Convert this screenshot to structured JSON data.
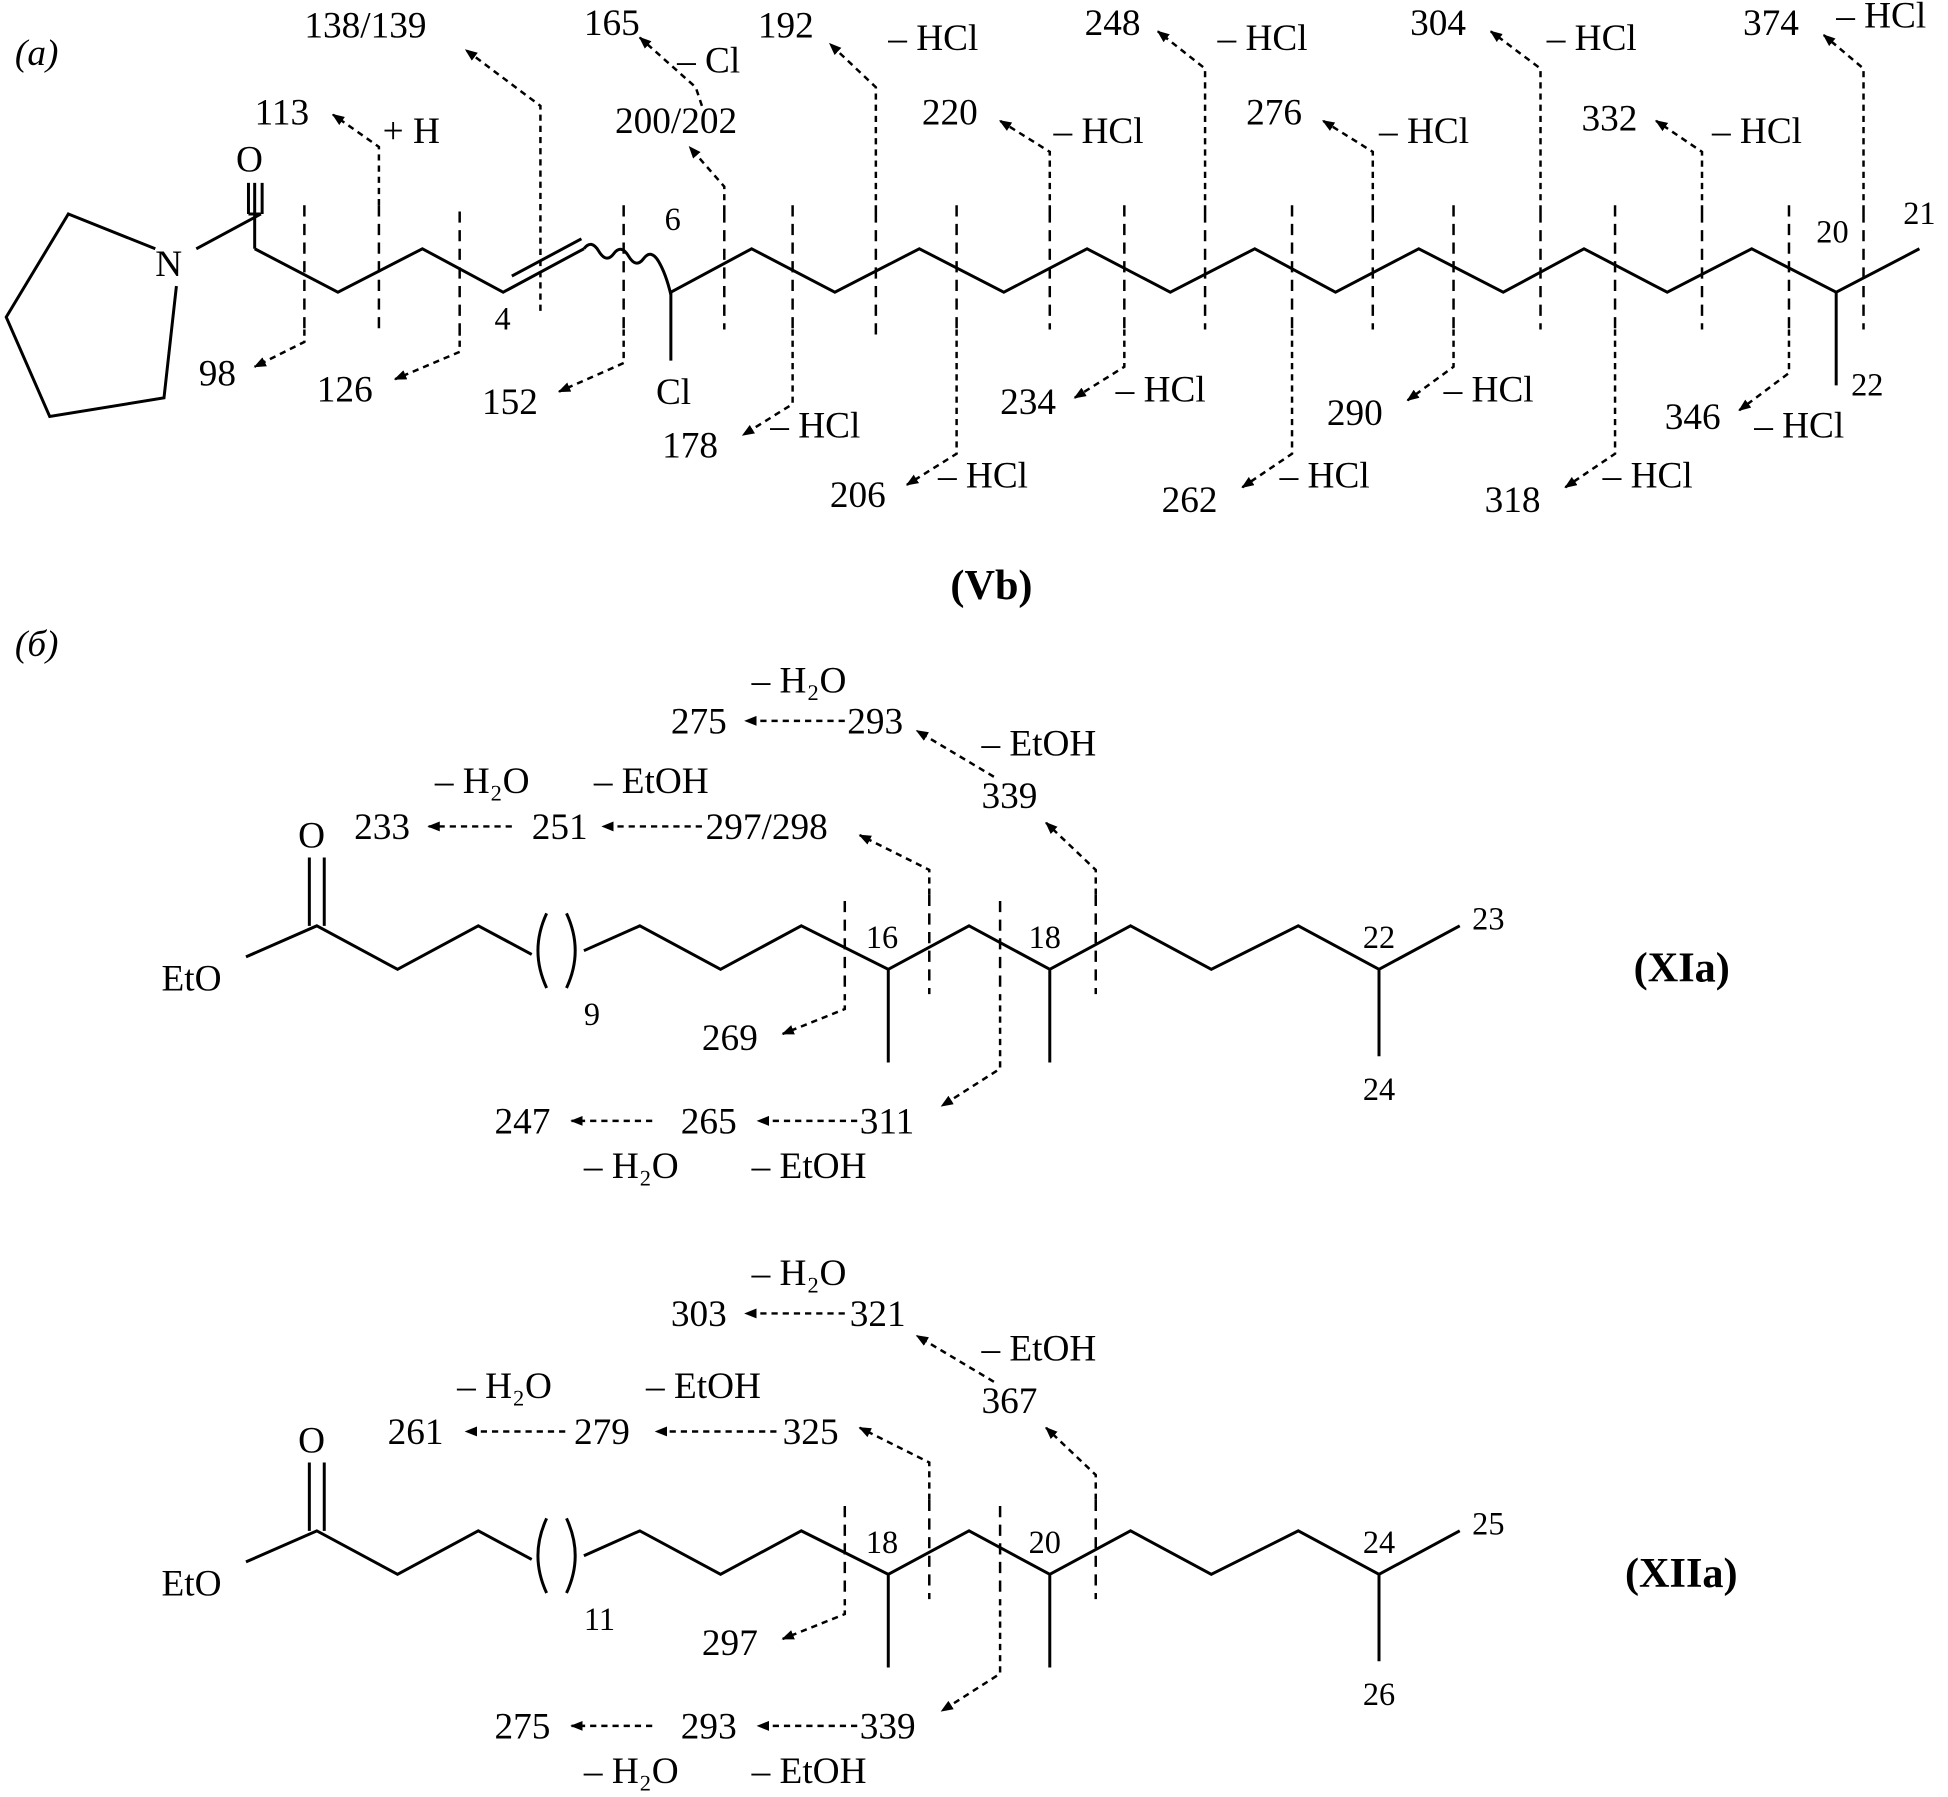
{
  "panel_a": {
    "label": "(а)",
    "compound": "(Vb)",
    "atoms": {
      "O": "O",
      "N": "N",
      "Cl": "Cl",
      "c4": "4",
      "c6": "6",
      "c20": "20",
      "c21": "21",
      "c22": "22"
    },
    "fragments_up": [
      {
        "mz": "113",
        "loss": "+ H"
      },
      {
        "mz": "138/139",
        "loss": ""
      },
      {
        "mz": "165",
        "loss": "– Cl"
      },
      {
        "mz": "200/202",
        "loss": ""
      },
      {
        "mz": "192",
        "loss": "– HCl"
      },
      {
        "mz": "220",
        "loss": "– HCl"
      },
      {
        "mz": "248",
        "loss": "– HCl"
      },
      {
        "mz": "276",
        "loss": "– HCl"
      },
      {
        "mz": "304",
        "loss": "– HCl"
      },
      {
        "mz": "332",
        "loss": "– HCl"
      },
      {
        "mz": "374",
        "loss": "– HCl"
      }
    ],
    "fragments_down": [
      {
        "mz": "98",
        "loss": ""
      },
      {
        "mz": "126",
        "loss": ""
      },
      {
        "mz": "152",
        "loss": ""
      },
      {
        "mz": "178",
        "loss": "– HCl"
      },
      {
        "mz": "206",
        "loss": "– HCl"
      },
      {
        "mz": "234",
        "loss": "– HCl"
      },
      {
        "mz": "262",
        "loss": "– HCl"
      },
      {
        "mz": "290",
        "loss": "– HCl"
      },
      {
        "mz": "318",
        "loss": "– HCl"
      },
      {
        "mz": "346",
        "loss": "– HCl"
      }
    ]
  },
  "panel_b": {
    "label": "(б)",
    "xia": {
      "compound": "(XIa)",
      "eto": "EtO",
      "O": "O",
      "repeat": "9",
      "numbers": [
        "16",
        "18",
        "22",
        "23",
        "24"
      ],
      "top1": {
        "loss_h2o": "– H₂O",
        "a": "275",
        "b": "293",
        "loss_etoh": "– EtOH",
        "c": "339"
      },
      "top2": {
        "loss_h2o": "– H₂O",
        "loss_etoh": "– EtOH",
        "a": "233",
        "b": "251",
        "c": "297/298"
      },
      "down1": "269",
      "bottom": {
        "a": "247",
        "b": "265",
        "c": "311",
        "loss_h2o": "– H₂O",
        "loss_etoh": "– EtOH"
      }
    },
    "xiia": {
      "compound": "(XIIa)",
      "eto": "EtO",
      "O": "O",
      "repeat": "11",
      "numbers": [
        "18",
        "20",
        "24",
        "25",
        "26"
      ],
      "top1": {
        "loss_h2o": "– H₂O",
        "a": "303",
        "b": "321",
        "loss_etoh": "– EtOH",
        "c": "367"
      },
      "top2": {
        "loss_h2o": "– H₂O",
        "loss_etoh": "– EtOH",
        "a": "261",
        "b": "279",
        "c": "325"
      },
      "down1": "297",
      "bottom": {
        "a": "275",
        "b": "293",
        "c": "339",
        "loss_h2o": "– H₂O",
        "loss_etoh": "– EtOH"
      }
    }
  }
}
